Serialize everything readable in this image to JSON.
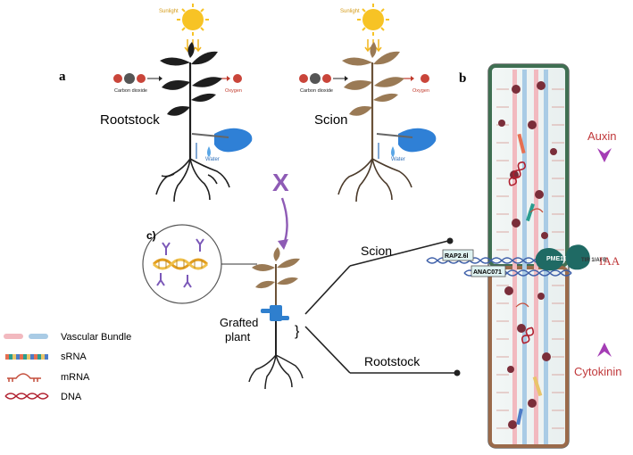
{
  "panels": {
    "a": "a",
    "b": "b",
    "c": "c)"
  },
  "left_plant": {
    "label": "Rootstock",
    "sun": "Sunlight",
    "co2": "Carbon dioxide",
    "o2": "Oxygen",
    "water": "Water"
  },
  "right_plant": {
    "label": "Scion",
    "sun": "Sunlight",
    "co2": "Carbon dioxide",
    "o2": "Oxygen",
    "water": "Water"
  },
  "cross_symbol": "X",
  "grafted": {
    "line1": "Grafted",
    "line2": "plant",
    "brace": "}"
  },
  "connectors": {
    "scion": "Scion",
    "rootstock": "Rootstock"
  },
  "stem_labels": {
    "rap": "RAP2.6l",
    "anac": "ANAC071",
    "pme": "PME15",
    "tir": "TIR 1/AFB"
  },
  "hormones": {
    "auxin": "Auxin",
    "iaa": "IAA",
    "cytokinin": "Cytokinin"
  },
  "legend": [
    {
      "label": "Vascular Bundle",
      "icon": "vascular-bundle-icon"
    },
    {
      "label": "sRNA",
      "icon": "srna-icon"
    },
    {
      "label": "mRNA",
      "icon": "mrna-icon"
    },
    {
      "label": "DNA",
      "icon": "dna-icon"
    }
  ],
  "colors": {
    "hormone_text": "#c0393b",
    "arrow_purple": "#8e5bb5",
    "stem_green": "#3f6f52",
    "stem_brown": "#9a6a4a",
    "oxygen_red": "#c0392b"
  }
}
